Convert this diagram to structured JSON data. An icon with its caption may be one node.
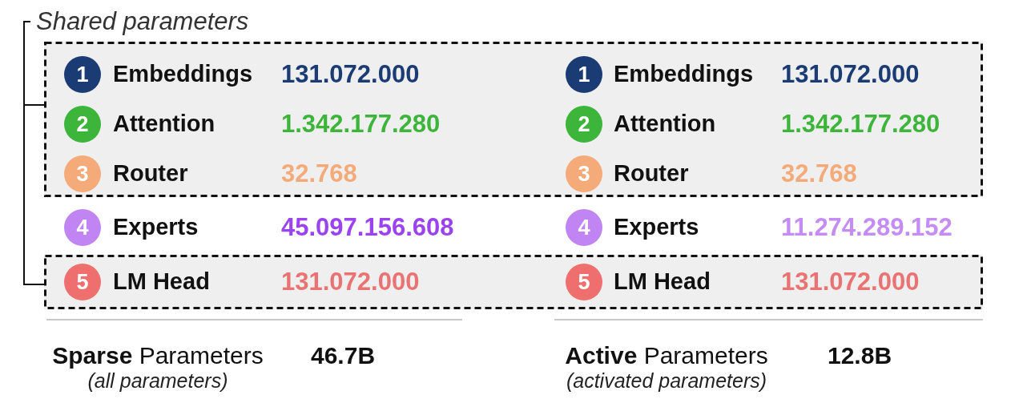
{
  "diagram": {
    "nodes": [
      {
        "text": [],
        "shape": "box"
      },
      {
        "text": [
          "1"
        ],
        "in": 0,
        "beside": [
          "Embeddings",
          "131.072.000"
        ]
      },
      {
        "text": [
          "1"
        ],
        "in": 0,
        "beside": [
          "Embeddings",
          "131.072.000"
        ]
      },
      {
        "text": [
          "2"
        ],
        "in": 0,
        "beside": [
          "Attention",
          "1.342.177.280"
        ]
      },
      {
        "text": [
          "2"
        ],
        "in": 0,
        "beside": [
          "Attention",
          "1.342.177.280"
        ]
      },
      {
        "text": [
          "3"
        ],
        "in": 0,
        "beside": [
          "Router",
          "32.768"
        ]
      },
      {
        "text": [
          "3"
        ],
        "in": 0,
        "beside": [
          "Router",
          "32.768"
        ]
      },
      {
        "text": [
          "4"
        ],
        "beside": [
          "Experts",
          "45.097.156.608"
        ]
      },
      {
        "text": [
          "4"
        ],
        "beside": [
          "Experts",
          "11.274.289.152"
        ]
      },
      {
        "text": [],
        "shape": "box"
      },
      {
        "text": [
          "5"
        ],
        "in": 9,
        "beside": [
          "LM Head",
          "131.072.000"
        ]
      },
      {
        "text": [
          "5"
        ],
        "in": 9,
        "beside": [
          "LM Head",
          "131.072.000"
        ]
      }
    ],
    "labels": [
      "Shared parameters",
      "**Sparse** Parameters",
      "46.7B",
      "**Active** Parameters",
      "12.8B",
      "(all parameters)",
      "(activated parameters)"
    ]
  }
}
